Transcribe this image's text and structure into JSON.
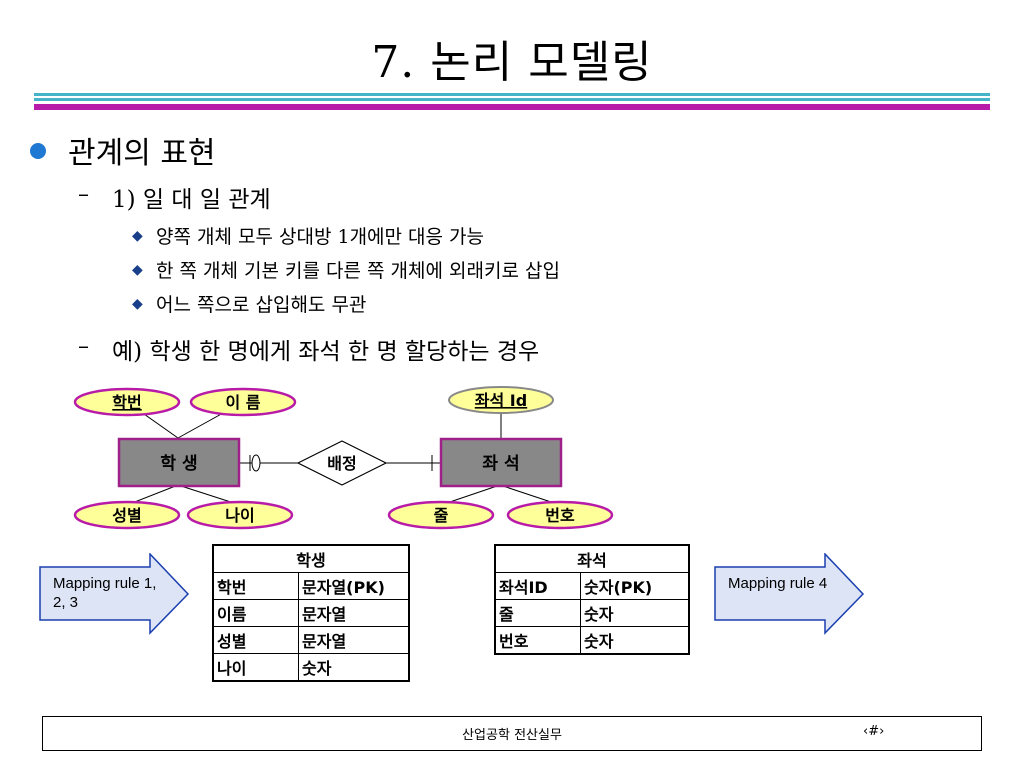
{
  "title": "7. 논리 모델링",
  "colors": {
    "rule_teal": "#46b4c8",
    "rule_magenta": "#b81ba8",
    "bullet": "#1f78d1",
    "ellipse_fill": "#ffff99",
    "ellipse_border": "#b81ba8",
    "entity_fill": "#888888",
    "entity_border": "#a0208a",
    "arrow_fill": "#dde4f6",
    "arrow_border": "#1a3fae"
  },
  "bullets": {
    "l1": "관계의 표현",
    "sub1": "1) 일 대 일 관계",
    "items": [
      "양쪽 개체 모두 상대방 1개에만 대응 가능",
      "한 쪽 개체 기본 키를 다른 쪽 개체에 외래키로 삽입",
      "어느 쪽으로 삽입해도 무관"
    ],
    "sub2": "예) 학생 한 명에게 좌석 한 명 할당하는 경우"
  },
  "er": {
    "entity_left": "학 생",
    "entity_right": "좌 석",
    "relationship": "배정",
    "attrs_left_top": [
      "학번",
      "이 름"
    ],
    "attrs_left_bottom": [
      "성별",
      "나이"
    ],
    "attr_right_top": "좌석 Id",
    "attrs_right_bottom": [
      "줄",
      "번호"
    ]
  },
  "arrows": {
    "left": "Mapping rule 1, 2, 3",
    "right": "Mapping rule 4"
  },
  "table_student": {
    "name": "학생",
    "rows": [
      [
        "학번",
        "문자열(PK)"
      ],
      [
        "이름",
        "문자열"
      ],
      [
        "성별",
        "문자열"
      ],
      [
        "나이",
        "숫자"
      ]
    ]
  },
  "table_seat": {
    "name": "좌석",
    "rows": [
      [
        "좌석ID",
        "숫자(PK)"
      ],
      [
        "줄",
        "숫자"
      ],
      [
        "번호",
        "숫자"
      ]
    ]
  },
  "footer": {
    "text": "산업공학 전산실무",
    "page": "‹#›"
  }
}
